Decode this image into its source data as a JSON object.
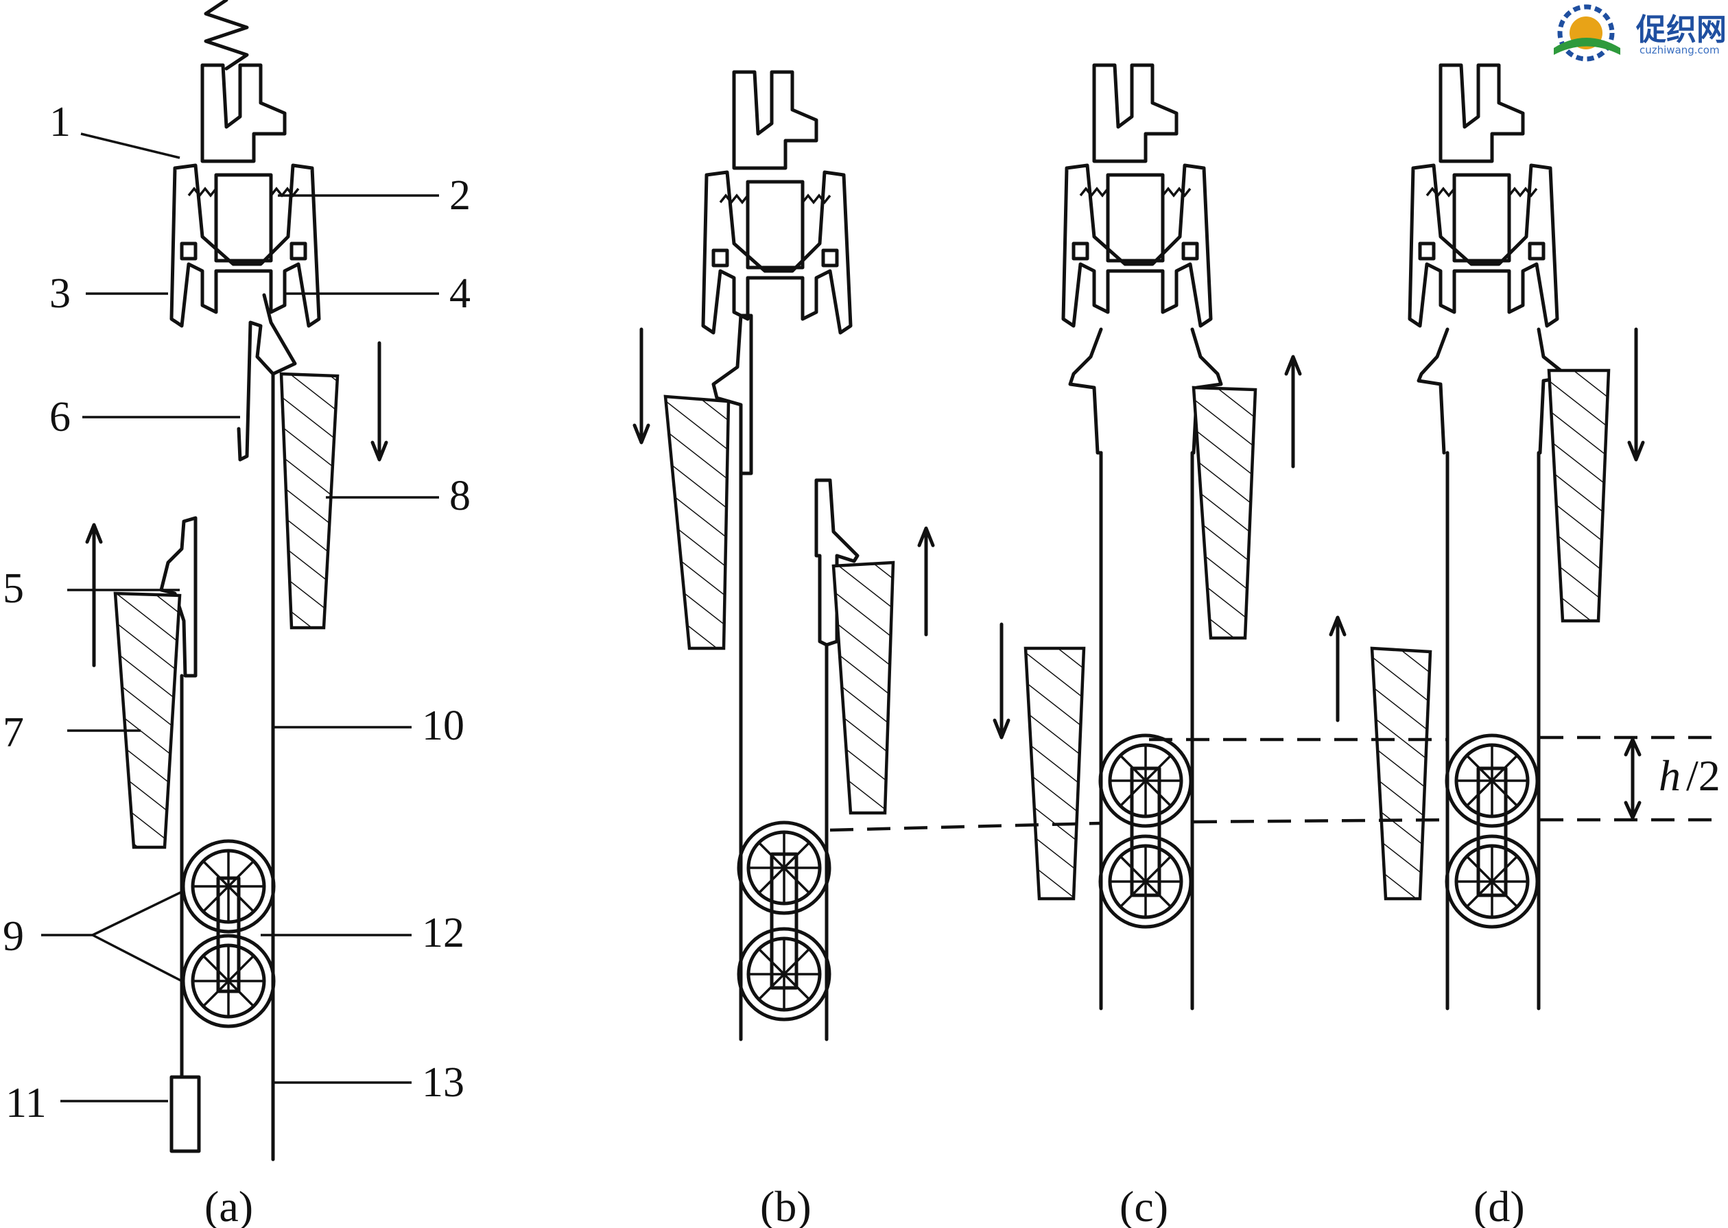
{
  "labels": {
    "n1": "1",
    "n2": "2",
    "n3": "3",
    "n4": "4",
    "n5": "5",
    "n6": "6",
    "n7": "7",
    "n8": "8",
    "n9": "9",
    "n10": "10",
    "n11": "11",
    "n12": "12",
    "n13": "13"
  },
  "captions": {
    "a": "(a)",
    "b": "(b)",
    "c": "(c)",
    "d": "(d)"
  },
  "dimension": {
    "h": "h",
    "half": "/2"
  },
  "watermark": {
    "name": "促织网",
    "site": "cuzhiwang.com"
  },
  "colors": {
    "ink": "#111111",
    "logo_blue": "#1f4fa0",
    "logo_gold": "#e8a317",
    "logo_green": "#2e9a3c"
  }
}
